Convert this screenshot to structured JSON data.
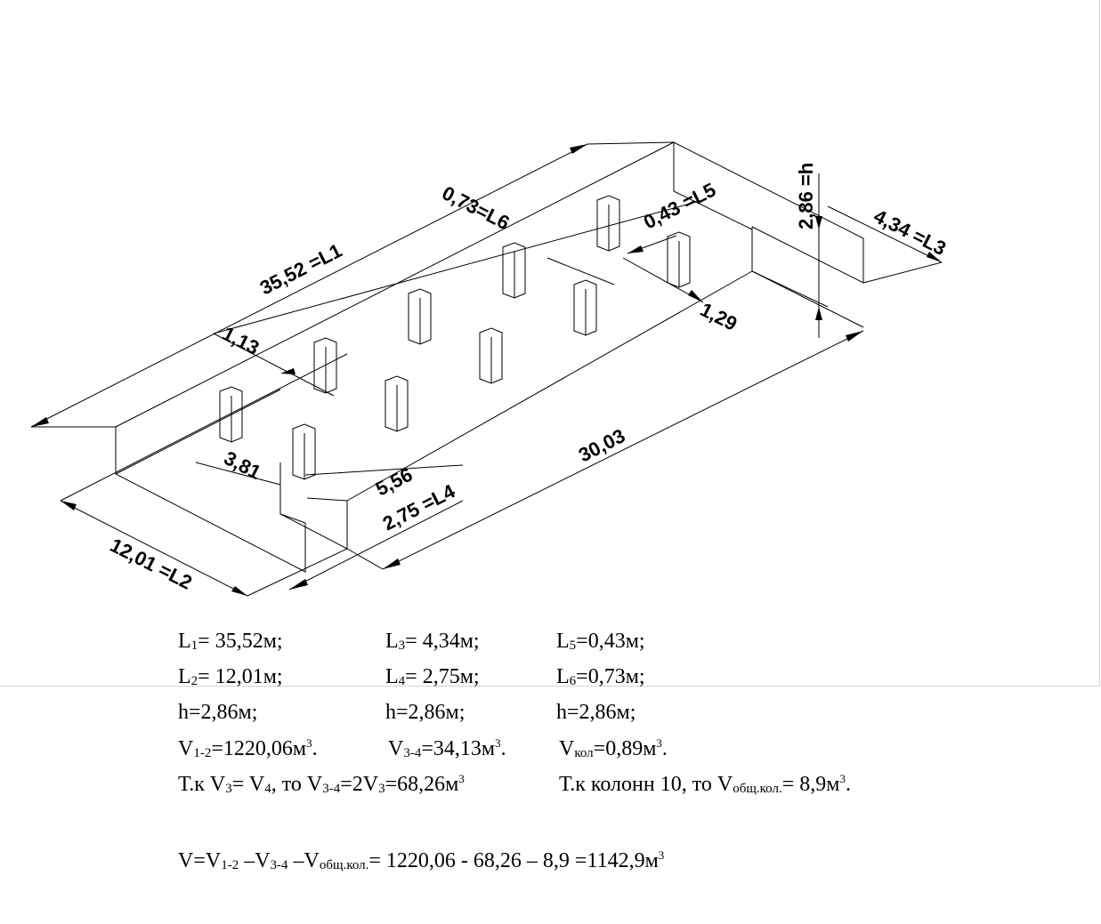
{
  "dimensions": {
    "l1": "35,52 =L1",
    "l2": "12,01 =L2",
    "l3": "4,34 =L3",
    "l4": "2,75 =L4",
    "l5": "0,43 =L5",
    "l6": "0,73=L6",
    "h": "2,86 =h",
    "d113": "1,13",
    "d129": "1,29",
    "d3003": "30,03",
    "d381": "3,81",
    "d556": "5,56"
  },
  "formulas": {
    "row1": {
      "c1": "L1= 35,52м;",
      "c2": "L3= 4,34м;",
      "c3": "L5=0,43м;"
    },
    "row2": {
      "c1": "L2= 12,01м;",
      "c2": "L4= 2,75м;",
      "c3": "L6=0,73м;"
    },
    "row3": {
      "c1": "h=2,86м;",
      "c2": "h=2,86м;",
      "c3": "h=2,86м;"
    },
    "row4": {
      "c1": "V1-2=1220,06м3.",
      "c2": "V3-4=34,13м3.",
      "c3": "Vкол=0,89м3."
    },
    "row5": {
      "c1": "Т.к V3= V4, то V3-4=2V3=68,26м3",
      "c2": "Т.к колонн 10, то Vобщ.кол.= 8,9м3."
    },
    "row6": {
      "c1": "V=V1-2 –V3-4 –Vобщ.кол.= 1220,06 - 68,26 – 8,9 =1142,9м3"
    }
  }
}
